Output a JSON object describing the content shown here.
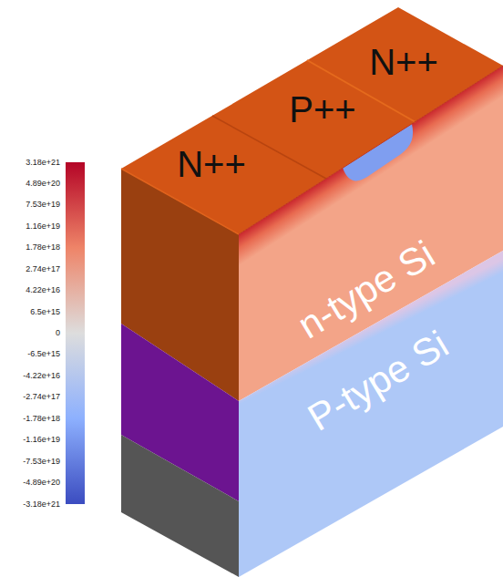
{
  "diagram": {
    "labels": [
      "3.18e+21",
      "4.89e+20",
      "7.53e+19",
      "1.16e+19",
      "1.78e+18",
      "2.74e+17",
      "4.22e+16",
      "6.5e+15",
      "0",
      "-6.5e+15",
      "-4.22e+16",
      "-2.74e+17",
      "-1.78e+18",
      "-1.16e+19",
      "-7.53e+19",
      "-4.89e+20",
      "-3.18e+21",
      "N++",
      "P++",
      "N++",
      "n-type Si",
      "P-type Si"
    ]
  }
}
